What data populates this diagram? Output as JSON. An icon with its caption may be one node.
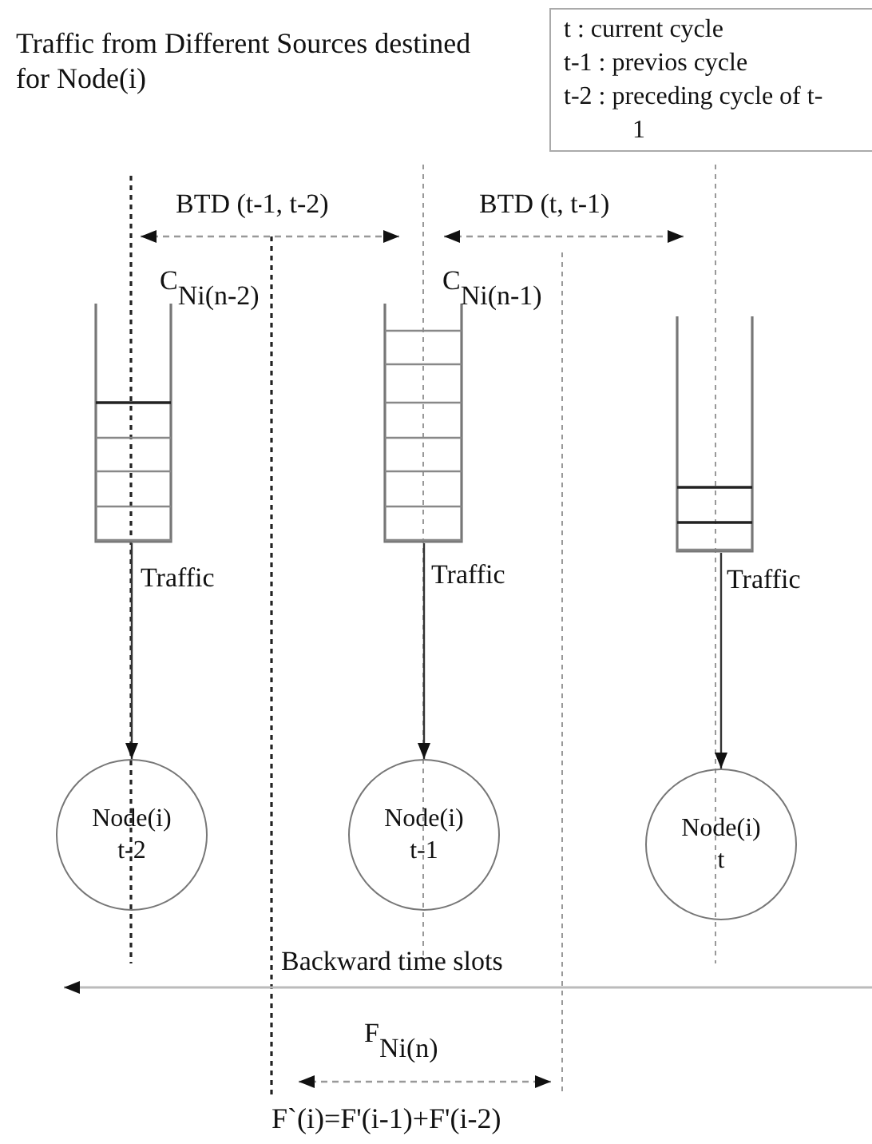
{
  "diagram": {
    "title": "Traffic from Different Sources destined for Node(i)",
    "nodes": [
      {
        "text": [
          "t : current cycle",
          "t-1 : previos cycle",
          "t-2 : preceding cycle of t-1"
        ]
      },
      {
        "text": [],
        "shape": "box"
      },
      {
        "text": [],
        "shape": "box"
      },
      {
        "text": [],
        "shape": "box"
      },
      {
        "text": [
          "Node(i) t-2"
        ]
      },
      {
        "text": [
          "Node(i) t-1"
        ]
      },
      {
        "text": [
          "Node(i) t"
        ]
      }
    ],
    "edges": [
      {
        "from": 1,
        "to": 4,
        "arrow": "to",
        "label": "Traffic"
      },
      {
        "from": 2,
        "to": 5,
        "arrow": "to",
        "label": "Traffic"
      },
      {
        "from": 3,
        "to": 6,
        "arrow": "to",
        "label": "Traffic"
      }
    ],
    "labels": [
      "BTD (t-1, t-2)",
      "BTD (t, t-1)",
      "C$_{Ni(n-2)}$",
      "C$_{Ni(n-1)}$",
      "Backward time slots",
      "F$_{Ni(n)}$",
      "F`(i)=F'(i-1)+F'(i-2)"
    ]
  }
}
